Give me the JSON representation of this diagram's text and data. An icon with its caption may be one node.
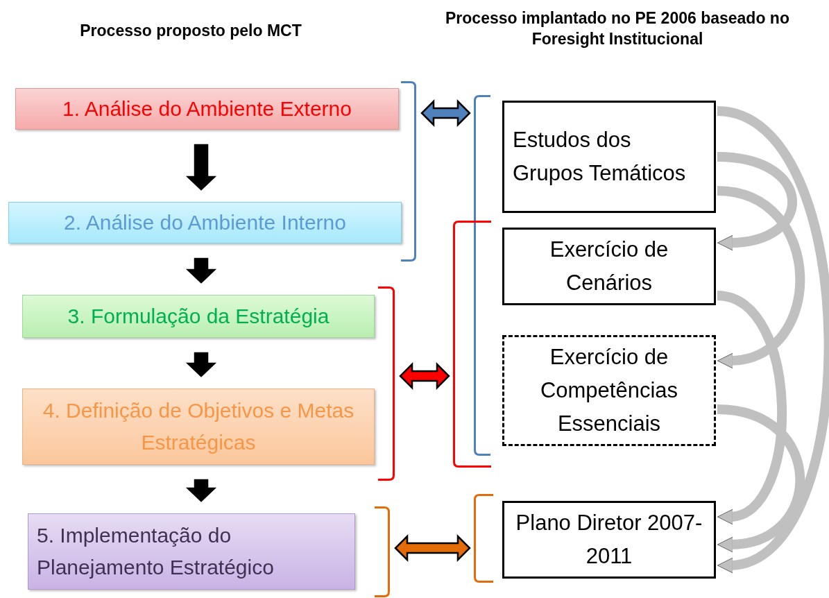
{
  "diagram": {
    "nodes": [
      {
        "text": [
          "1. Análise do Ambiente Externo"
        ]
      },
      {
        "text": [
          "2. Análise do Ambiente Interno"
        ]
      },
      {
        "text": [
          "3. Formulação da Estratégia"
        ]
      },
      {
        "text": [
          "4. Definição de Objetivos e Metas Estratégicas"
        ]
      },
      {
        "text": [
          "5. Implementação do Planejamento Estratégico"
        ]
      },
      {
        "text": [
          "Estudos dos Grupos Temáticos"
        ]
      },
      {
        "text": [
          "Exercício de Cenários"
        ]
      },
      {
        "text": [
          "Exercício de Competências Essenciais"
        ]
      },
      {
        "text": [
          "Plano Diretor 2007-2011"
        ]
      },
      {
        "text": [],
        "shape": "bracket"
      },
      {
        "text": [],
        "shape": "bracket"
      },
      {
        "text": [],
        "shape": "bracket"
      },
      {
        "text": [],
        "shape": "bracket"
      },
      {
        "text": [],
        "shape": "bracket"
      },
      {
        "text": [],
        "shape": "bracket"
      }
    ],
    "edges": [
      {
        "from": 0,
        "to": 1,
        "arrow": "to",
        "color": "#000000"
      },
      {
        "from": 1,
        "to": 2,
        "arrow": "to",
        "color": "#000000"
      },
      {
        "from": 2,
        "to": 3,
        "arrow": "to",
        "color": "#000000"
      },
      {
        "from": 3,
        "to": 4,
        "arrow": "to",
        "color": "#000000"
      },
      {
        "from": 9,
        "to": 10,
        "arrow": "both",
        "color": "#4f81bd"
      },
      {
        "from": 11,
        "to": 12,
        "arrow": "both",
        "color": "#ff0000"
      },
      {
        "from": 13,
        "to": 14,
        "arrow": "both",
        "color": "#e36c09"
      },
      {
        "from": 5,
        "to": 6,
        "arrow": "to",
        "color": "#c0c0c0"
      },
      {
        "from": 5,
        "to": 7,
        "arrow": "to",
        "color": "#c0c0c0"
      },
      {
        "from": 5,
        "to": 8,
        "arrow": "to",
        "color": "#c0c0c0"
      },
      {
        "from": 6,
        "to": 8,
        "arrow": "to",
        "color": "#c0c0c0"
      },
      {
        "from": 7,
        "to": 8,
        "arrow": "to",
        "color": "#c0c0c0"
      }
    ],
    "labels": [
      "Processo proposto pelo MCT",
      "Processo implantado no PE 2006 baseado no Foresight Institucional"
    ]
  }
}
